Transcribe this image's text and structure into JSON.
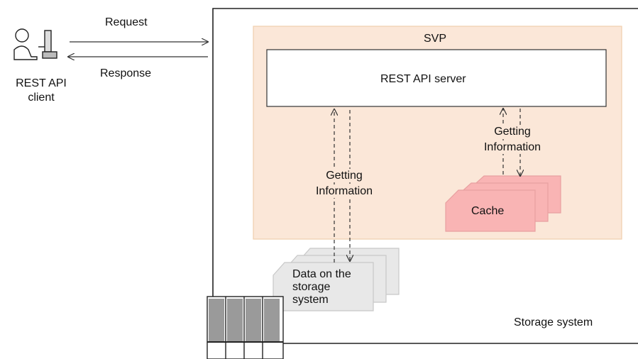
{
  "client": {
    "label_line1": "REST API",
    "label_line2": "client",
    "icon": "user-at-computer-icon"
  },
  "flows": {
    "request_label": "Request",
    "response_label": "Response"
  },
  "storage_system": {
    "label": "Storage system",
    "icon": "storage-rack-icon"
  },
  "svp": {
    "label": "SVP",
    "fill_color": "#fbe7d8",
    "border_color": "#f0cfae"
  },
  "rest_api_server": {
    "label": "REST API server"
  },
  "getting_info_left": {
    "line1": "Getting",
    "line2": "Information"
  },
  "getting_info_right": {
    "line1": "Getting",
    "line2": "Information"
  },
  "cache": {
    "label": "Cache",
    "fill_color": "#f9b4b4",
    "border_color": "#e89090"
  },
  "storage_data": {
    "line1": "Data on the",
    "line2": "storage",
    "line3": "system",
    "fill_color": "#e6e6e6"
  }
}
